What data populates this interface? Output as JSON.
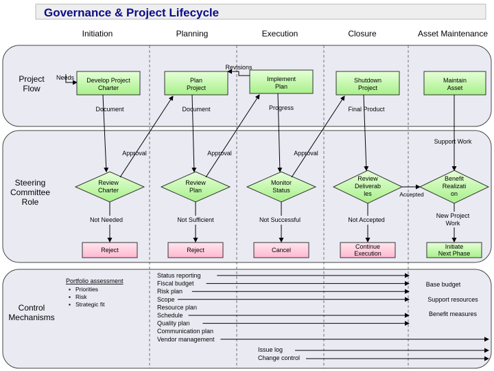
{
  "title": "Governance & Project Lifecycle",
  "phases": [
    "Initiation",
    "Planning",
    "Execution",
    "Closure",
    "Asset Maintenance"
  ],
  "lanes": {
    "project_flow": "Project Flow",
    "steering": "Steering Committee Role",
    "control": "Control Mechanisms"
  },
  "project_flow": {
    "needs": "Needs",
    "revisions": "Revisions",
    "boxes": [
      "Develop Project Charter",
      "Plan Project",
      "Implement Plan",
      "Shutdown Project",
      "Maintain Asset"
    ],
    "outputs": [
      "Document",
      "Document",
      "Progress",
      "Final Product"
    ]
  },
  "steering": {
    "support_work": "Support Work",
    "approvals": [
      "Approval",
      "Approval",
      "Approval"
    ],
    "diamonds": [
      "Review Charter",
      "Review Plan",
      "Monitor Status",
      "Review Deliverables",
      "Benefit Realization"
    ],
    "accepted": "Accepted",
    "negatives": [
      "Not Needed",
      "Not Sufficient",
      "Not Successful",
      "Not Accepted",
      "New Project Work"
    ],
    "actions": [
      "Reject",
      "Reject",
      "Cancel",
      "Continue Execution",
      "Initiate Next Phase"
    ]
  },
  "control": {
    "portfolio_title": "Portfolio assessment",
    "portfolio_items": [
      "Priorities",
      "Risk",
      "Strategic fit"
    ],
    "plan_items": [
      "Status reporting",
      "Fiscal budget",
      "Risk plan",
      "Scope",
      "Resource plan",
      "Schedule",
      "Quality plan",
      "Communication plan",
      "Vendor management"
    ],
    "issue_items": [
      "Issue log",
      "Change control"
    ],
    "right_items": [
      "Base budget",
      "Support resources",
      "Benefit measures"
    ]
  },
  "colors": {
    "green": "#c8ffb0",
    "pink": "#ffd0e0",
    "lane_fill": "#eaeaf3",
    "title": "#0b0b8a"
  }
}
